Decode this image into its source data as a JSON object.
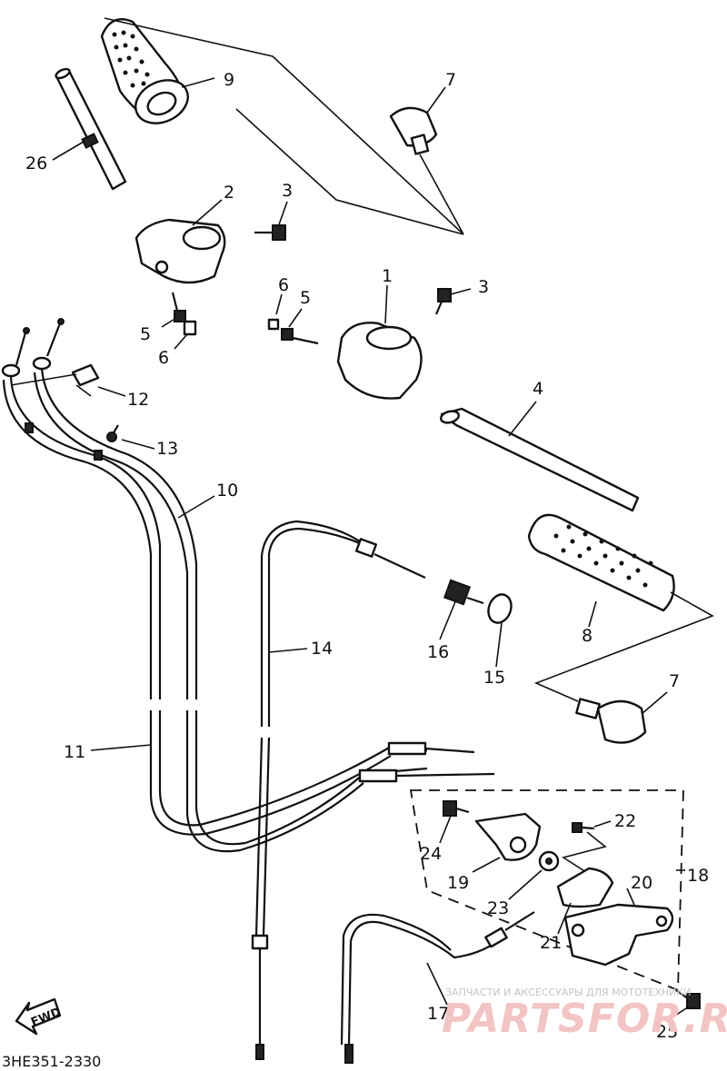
{
  "diagram_code": "3HE351-2330",
  "fwd_label": "FWD",
  "watermark": {
    "line1": "ЗАПЧАСТИ И АКСЕССУАРЫ ДЛЯ МОТОТЕХНИКИ",
    "line2": "PARTSFOR.RU"
  },
  "callouts": [
    {
      "id": "9",
      "text": "9"
    },
    {
      "id": "7a",
      "text": "7"
    },
    {
      "id": "26",
      "text": "26"
    },
    {
      "id": "2",
      "text": "2"
    },
    {
      "id": "3a",
      "text": "3"
    },
    {
      "id": "6a",
      "text": "6"
    },
    {
      "id": "5a",
      "text": "5"
    },
    {
      "id": "1",
      "text": "1"
    },
    {
      "id": "3b",
      "text": "3"
    },
    {
      "id": "5b",
      "text": "5"
    },
    {
      "id": "6b",
      "text": "6"
    },
    {
      "id": "12",
      "text": "12"
    },
    {
      "id": "13",
      "text": "13"
    },
    {
      "id": "4",
      "text": "4"
    },
    {
      "id": "10",
      "text": "10"
    },
    {
      "id": "14",
      "text": "14"
    },
    {
      "id": "16",
      "text": "16"
    },
    {
      "id": "15",
      "text": "15"
    },
    {
      "id": "8",
      "text": "8"
    },
    {
      "id": "7b",
      "text": "7"
    },
    {
      "id": "11",
      "text": "11"
    },
    {
      "id": "22",
      "text": "22"
    },
    {
      "id": "24",
      "text": "24"
    },
    {
      "id": "18",
      "text": "18"
    },
    {
      "id": "19",
      "text": "19"
    },
    {
      "id": "20",
      "text": "20"
    },
    {
      "id": "23",
      "text": "23"
    },
    {
      "id": "21",
      "text": "21"
    },
    {
      "id": "17",
      "text": "17"
    },
    {
      "id": "25",
      "text": "25"
    }
  ]
}
